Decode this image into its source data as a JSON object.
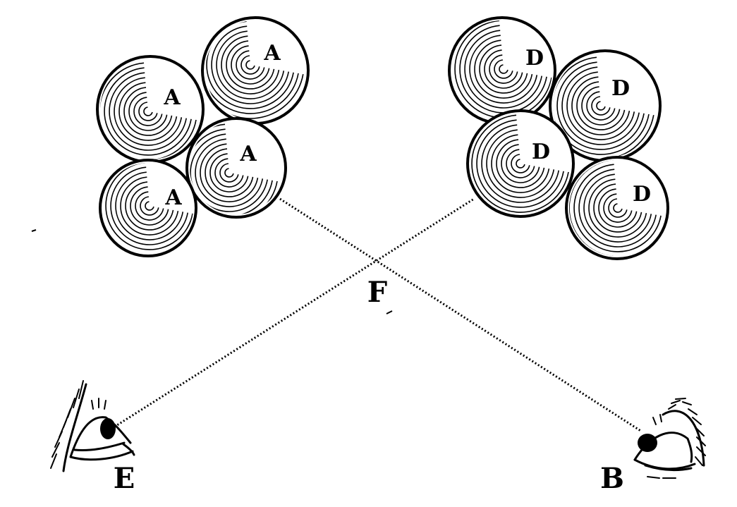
{
  "diagram": {
    "labels": {
      "left_group_letter": "A",
      "right_group_letter": "D",
      "crossing_point": "F",
      "left_eye": "E",
      "right_eye": "B"
    },
    "left_group": {
      "ball_labels": [
        "A",
        "A",
        "A",
        "A"
      ]
    },
    "right_group": {
      "ball_labels": [
        "D",
        "D",
        "D",
        "D"
      ]
    }
  }
}
